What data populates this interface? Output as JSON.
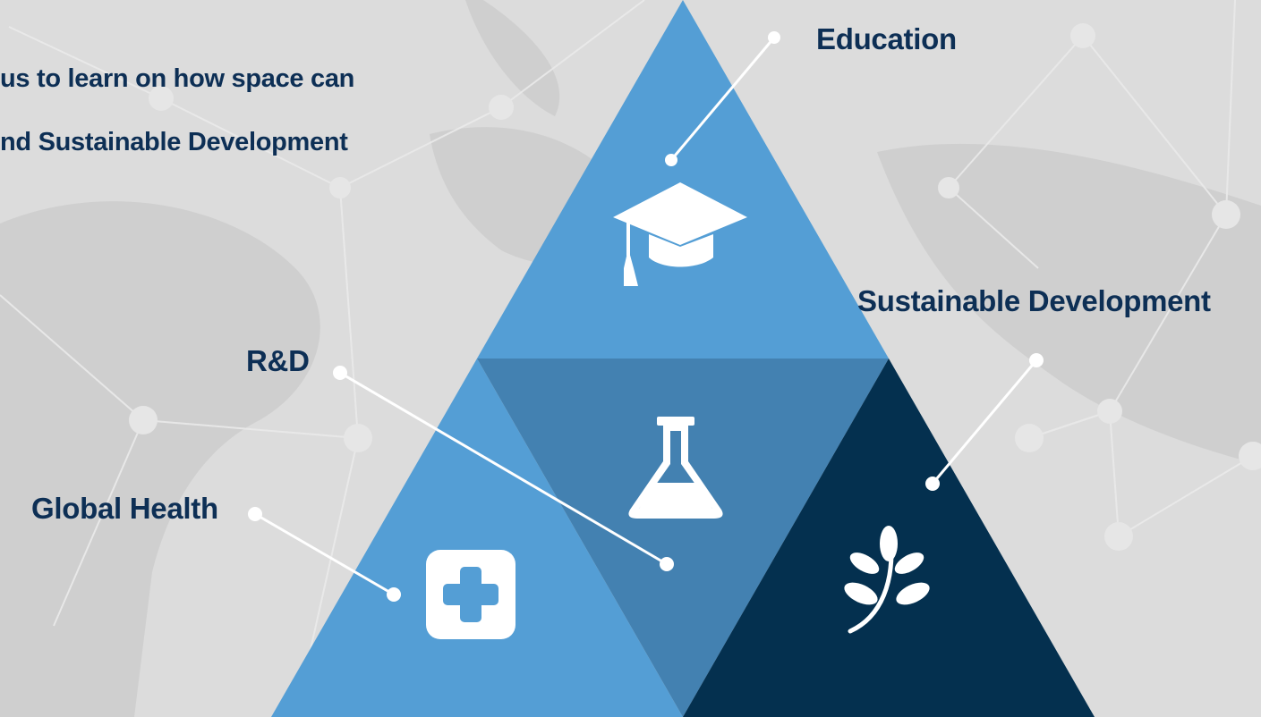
{
  "intro": {
    "line1": "us to learn on how space can",
    "line2": "nd Sustainable Development"
  },
  "labels": {
    "education": "Education",
    "sustainable_development": "Sustainable Development",
    "rd": "R&D",
    "global_health": "Global Health"
  },
  "icons": {
    "education": "graduation-cap-icon",
    "rd": "flask-icon",
    "sustainable_development": "leaf-branch-icon",
    "global_health": "plus-cross-icon"
  },
  "colors": {
    "light_blue": "#549ed5",
    "mid_blue": "#4381b1",
    "navy": "#04304f",
    "text": "#0d2f55",
    "connector": "#ffffff",
    "background": "#dcdcdc"
  }
}
